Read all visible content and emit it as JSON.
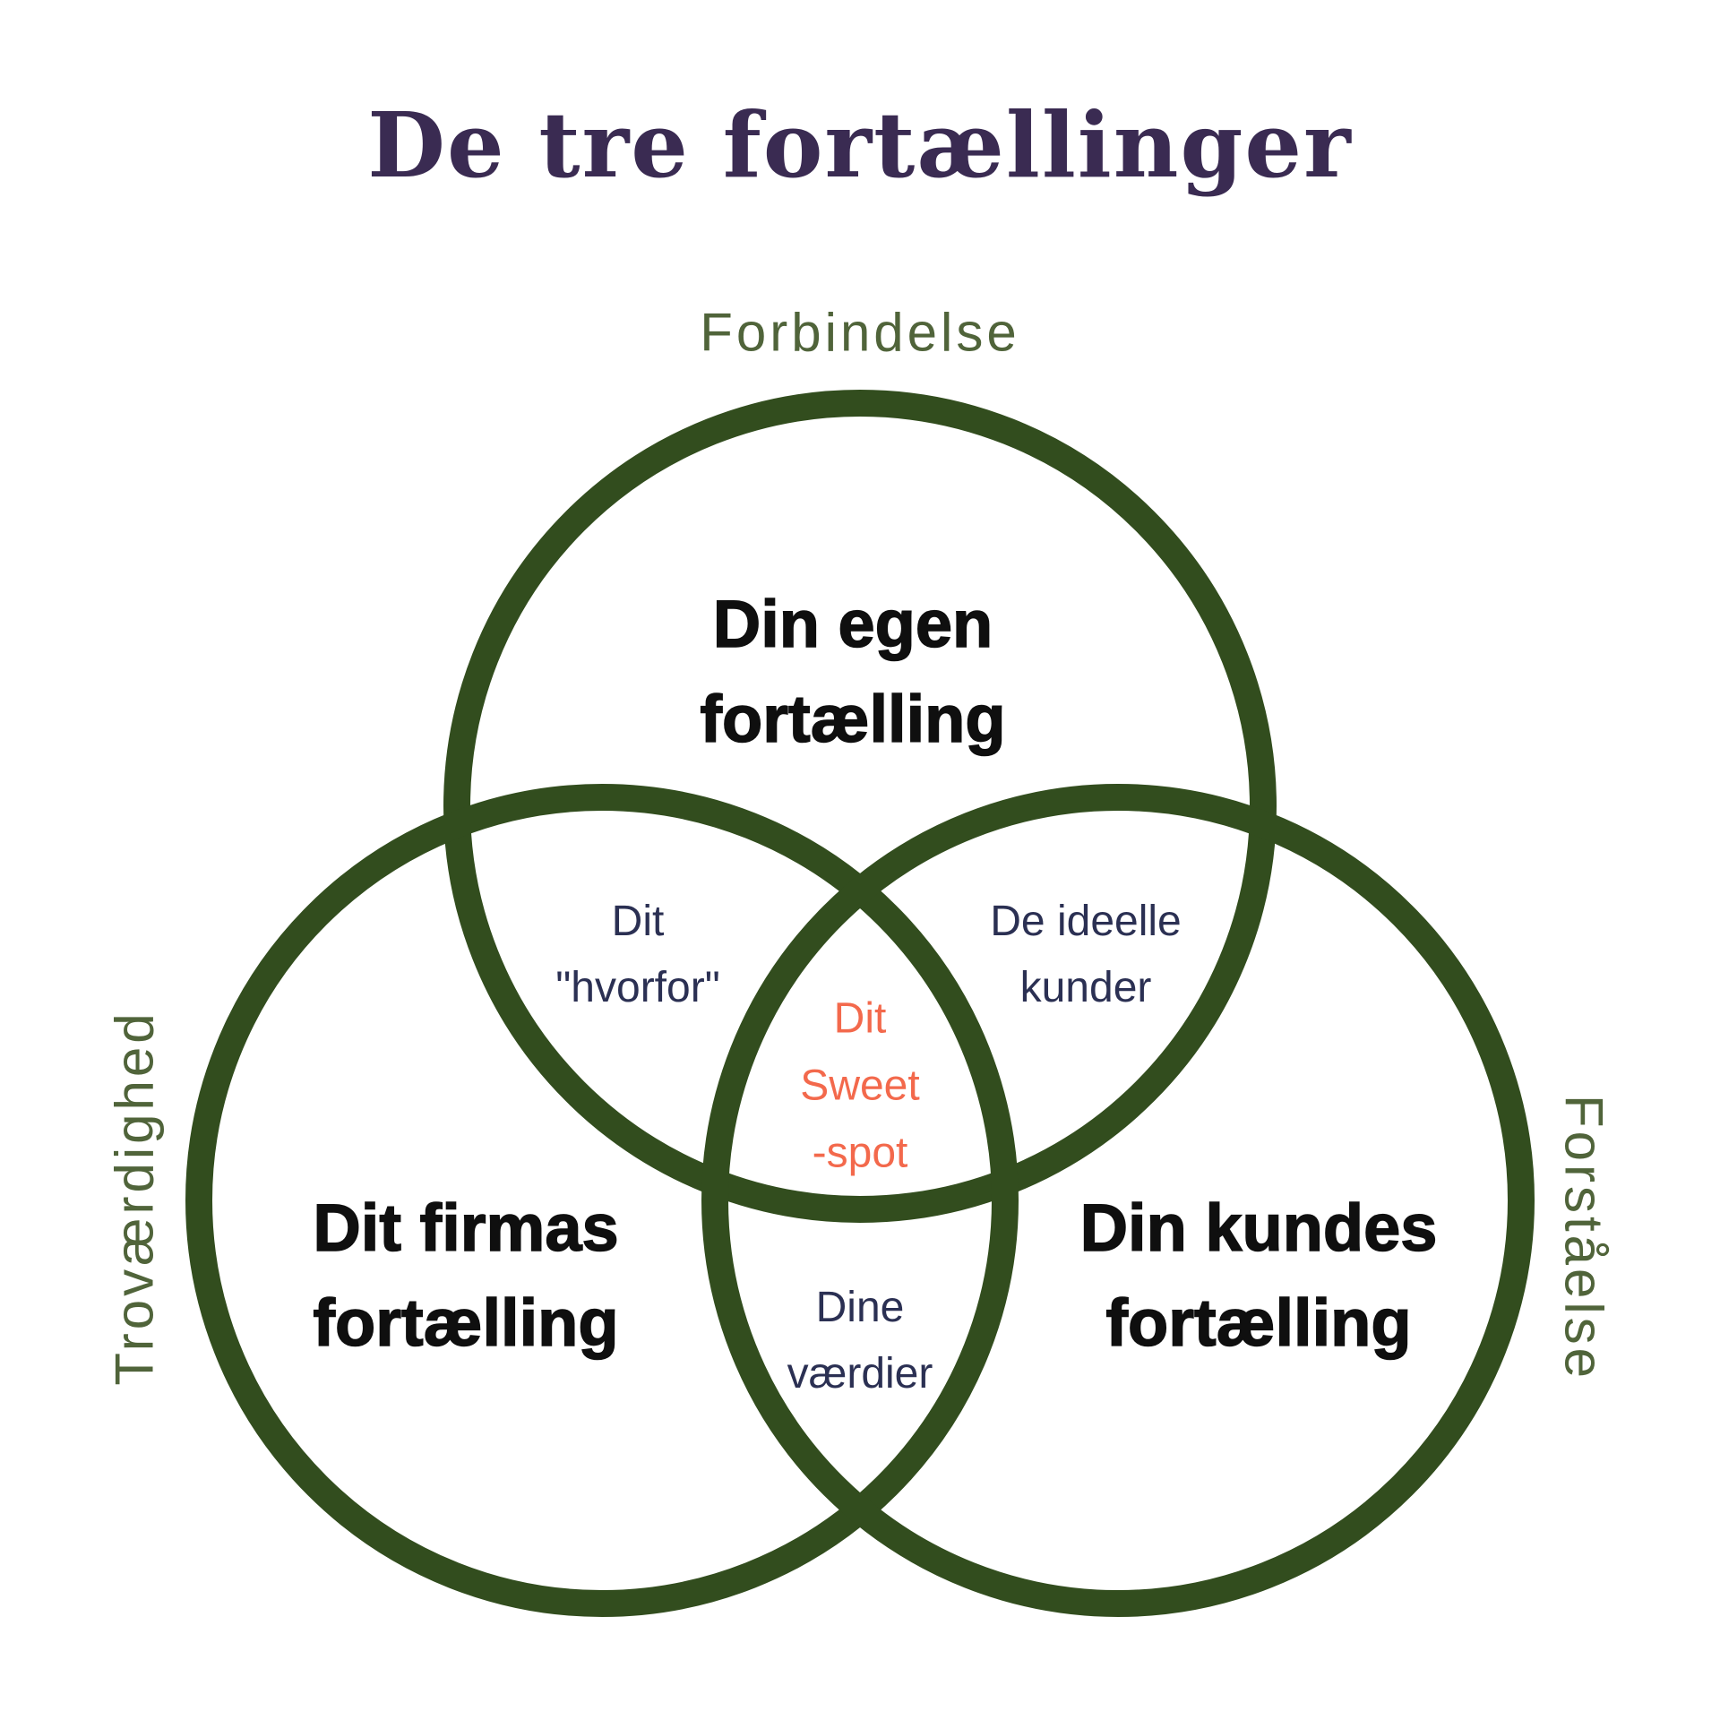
{
  "title": "De tre fortællinger",
  "outer_labels": {
    "top": "Forbindelse",
    "left": "Troværdighed",
    "right": "Forståelse"
  },
  "venn": {
    "circle_top": {
      "line1": "Din egen",
      "line2": "fortælling"
    },
    "circle_left": {
      "line1": "Dit firmas",
      "line2": "fortælling"
    },
    "circle_right": {
      "line1": "Din kundes",
      "line2": "fortælling"
    },
    "overlap_top_left": {
      "line1": "Dit",
      "line2": "\"hvorfor\""
    },
    "overlap_top_right": {
      "line1": "De ideelle",
      "line2": "kunder"
    },
    "overlap_bottom": {
      "line1": "Dine",
      "line2": "værdier"
    },
    "overlap_center": {
      "line1": "Dit",
      "line2": "Sweet",
      "line3": "-spot"
    }
  },
  "colors": {
    "background": "#FFFFFF",
    "title_text": "#3A2B52",
    "circle_stroke": "#324D1E",
    "outer_label_text": "#50643A",
    "circle_label_text": "#0F0F0F",
    "overlap_label_text": "#2B3053",
    "center_spot_text": "#F3694C"
  }
}
